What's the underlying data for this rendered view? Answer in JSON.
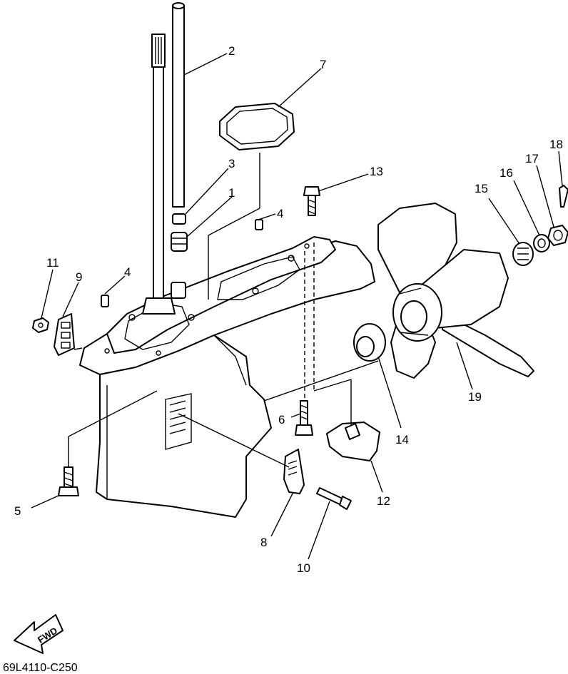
{
  "callouts": [
    "1",
    "2",
    "3",
    "4",
    "5",
    "6",
    "7",
    "8",
    "9",
    "10",
    "11",
    "12",
    "13",
    "14",
    "15",
    "16",
    "17",
    "18",
    "19"
  ],
  "second_callout_4": "4",
  "fwd_label": "FWD",
  "drawing_code": "69L4110-C250"
}
